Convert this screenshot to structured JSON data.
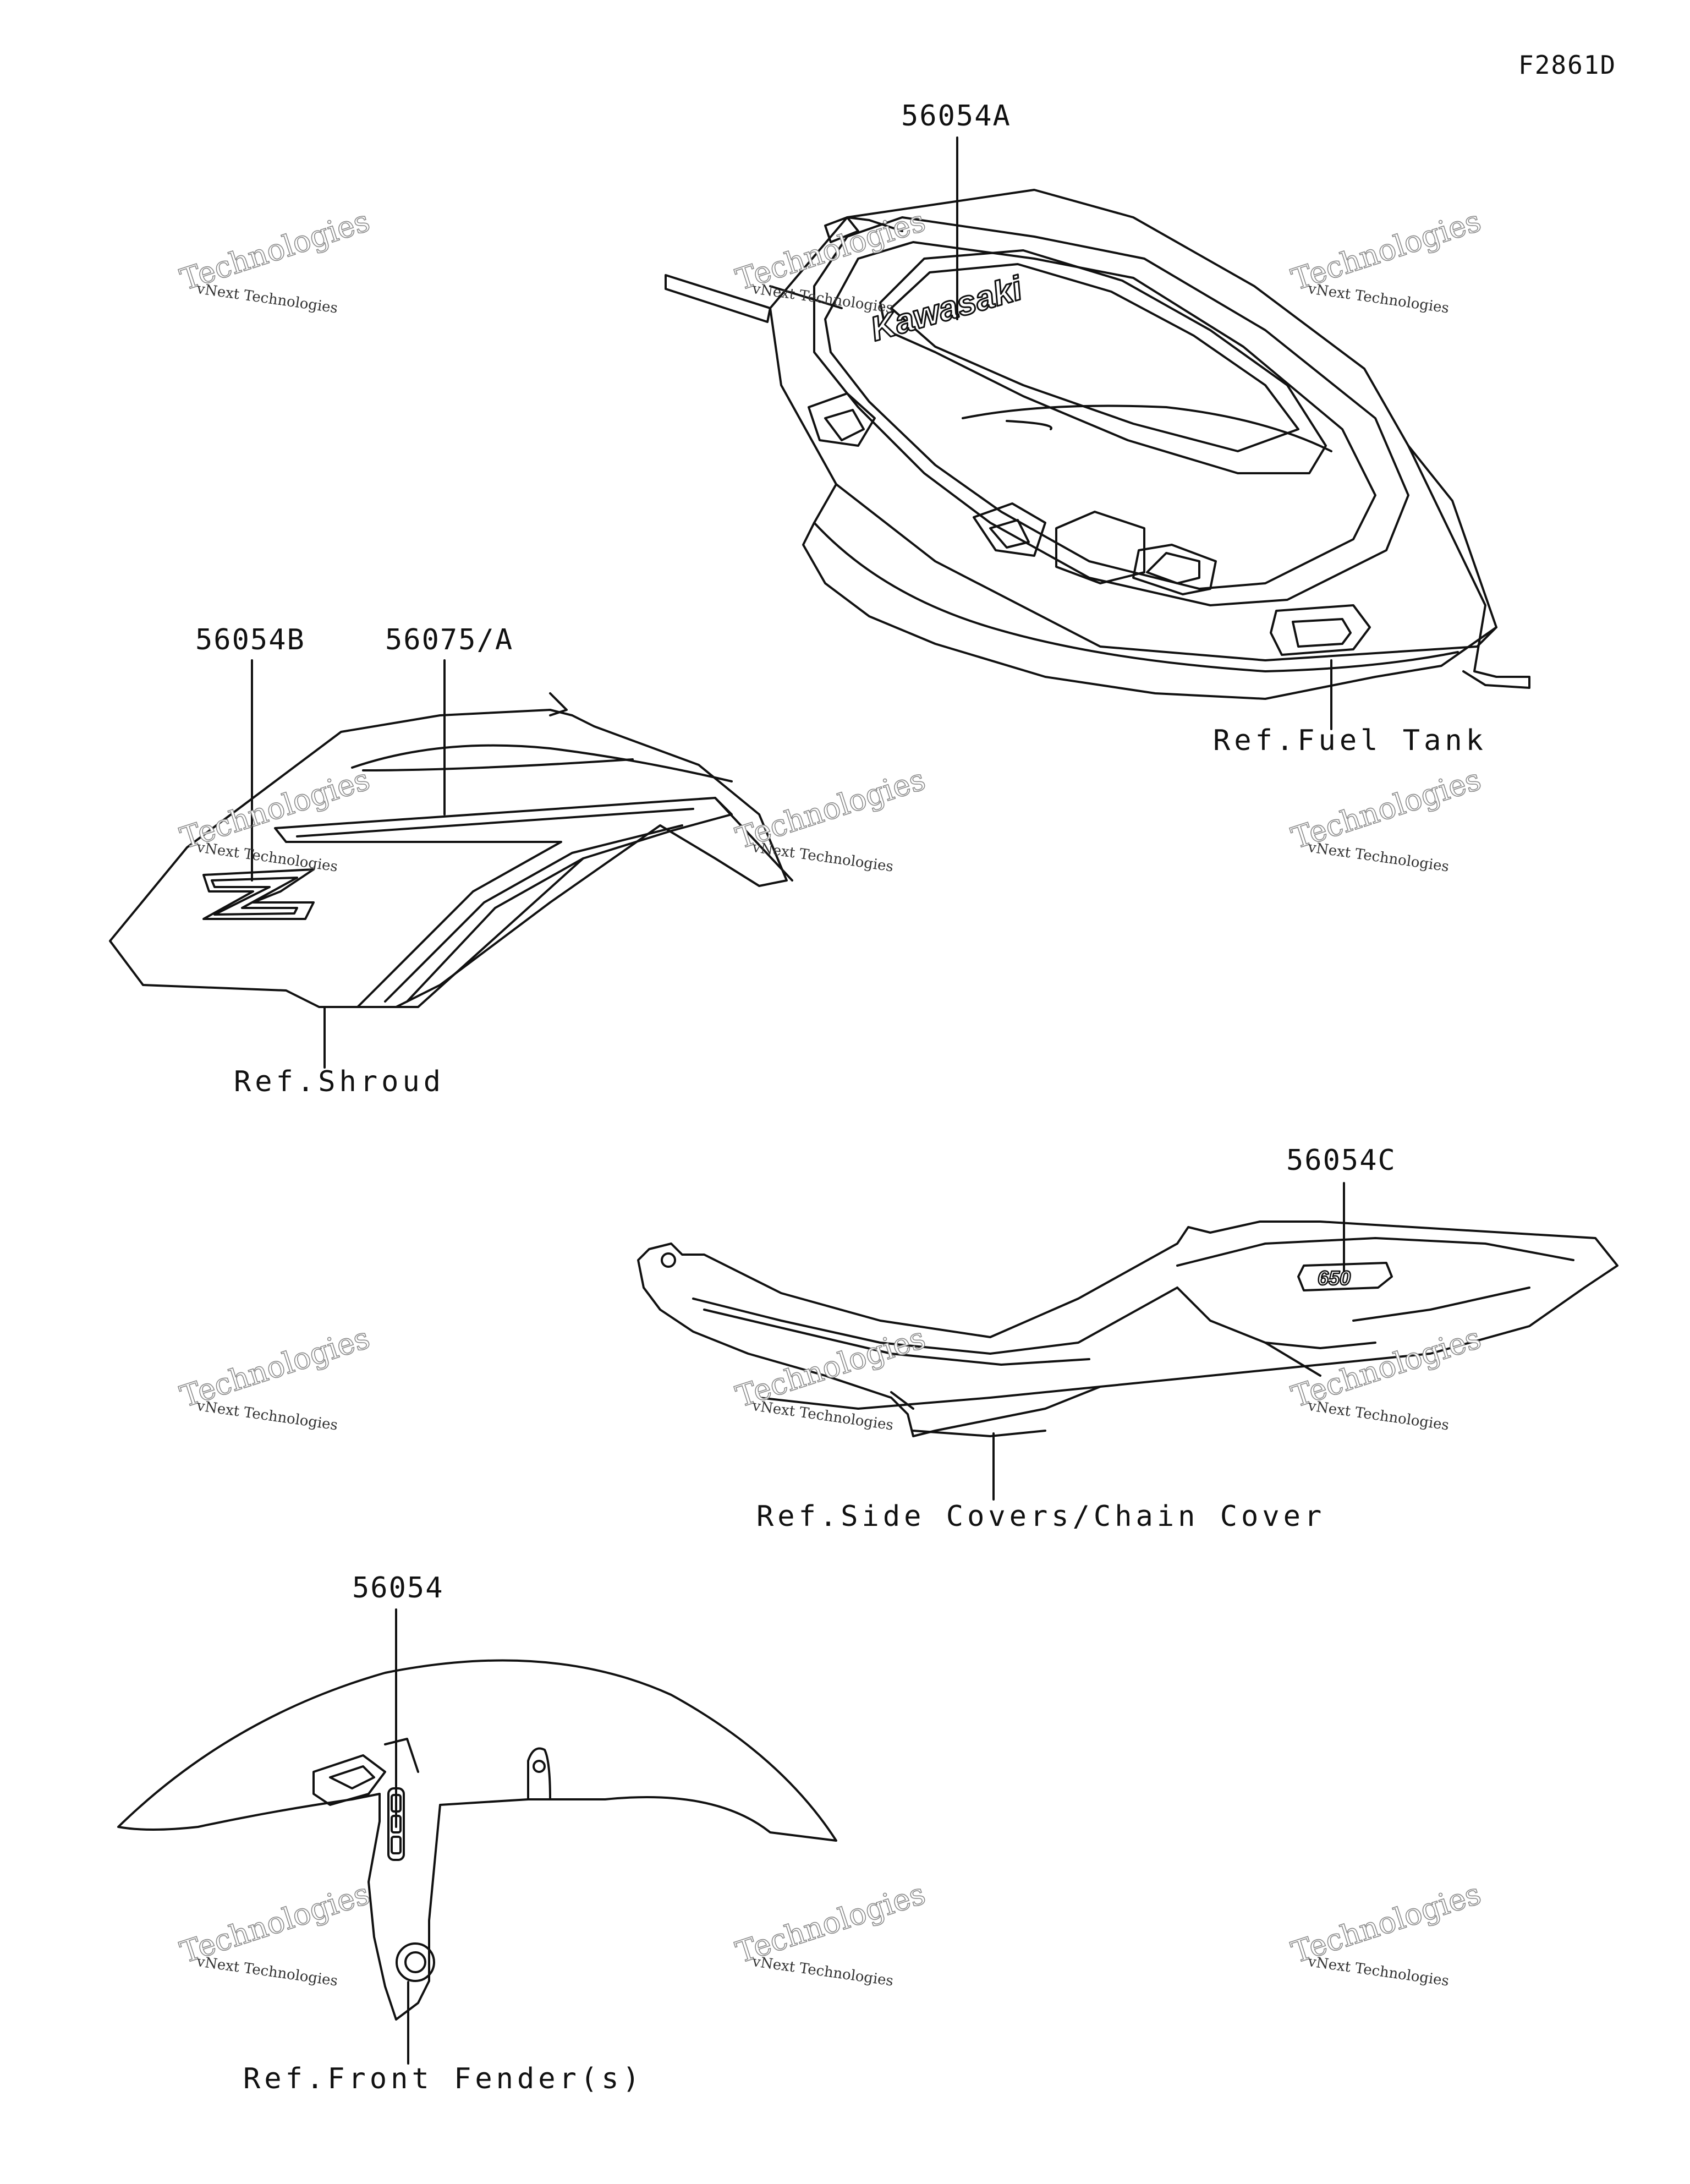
{
  "diagram_code": "F2861D",
  "part_labels": {
    "tank_decal": "56054A",
    "shroud_decal_z": "56054B",
    "shroud_decal_stripe": "56075/A",
    "side_cover_decal": "56054C",
    "fender_decal": "56054"
  },
  "reference_labels": {
    "fuel_tank": "Ref.Fuel Tank",
    "shroud": "Ref.Shroud",
    "side_covers": "Ref.Side Covers/Chain Cover",
    "front_fender": "Ref.Front Fender(s)"
  },
  "emblem_text": {
    "tank_logo": "Kawasaki",
    "side_cover_badge": "650"
  },
  "watermark": {
    "line1": "vNext",
    "line2": "vNext Technologies",
    "line3": "Technologies"
  }
}
